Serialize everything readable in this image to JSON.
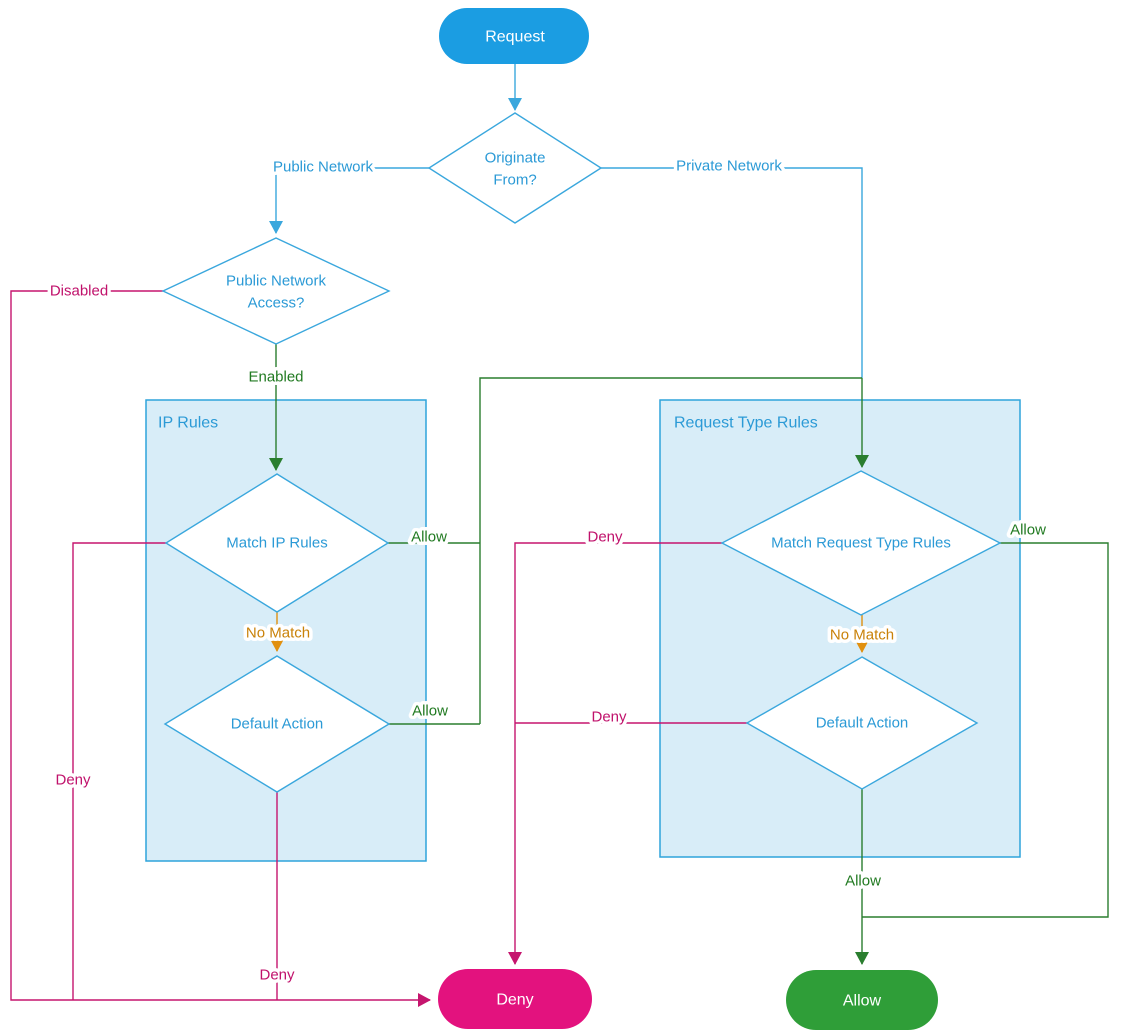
{
  "colors": {
    "blue_fill": "#1B9DE2",
    "blue_line": "#3AA7DD",
    "blue_text": "#2B9AD6",
    "box_fill": "#D8EDF8",
    "box_border": "#2EA4DB",
    "green_line": "#2A7E2F",
    "green_fill": "#2F9E38",
    "green_text": "#217A21",
    "pink_line": "#C5156E",
    "pink_fill": "#E3127E",
    "pink_text": "#C0116B",
    "orange_line": "#E1900F",
    "orange_text": "#C98209"
  },
  "terminals": {
    "request": {
      "label": "Request"
    },
    "deny": {
      "label": "Deny"
    },
    "allow": {
      "label": "Allow"
    }
  },
  "decisions": {
    "originate_from": {
      "label_line1": "Originate",
      "label_line2": "From?"
    },
    "public_network_access": {
      "label_line1": "Public Network",
      "label_line2": "Access?"
    },
    "match_ip_rules": {
      "label": "Match IP Rules"
    },
    "ip_default_action": {
      "label": "Default Action"
    },
    "match_request_type_rules": {
      "label": "Match Request Type Rules"
    },
    "request_default_action": {
      "label": "Default Action"
    }
  },
  "containers": {
    "ip_rules": {
      "label": "IP Rules"
    },
    "request_type_rules": {
      "label": "Request Type Rules"
    }
  },
  "edge_labels": {
    "public_network": "Public Network",
    "private_network": "Private Network",
    "disabled": "Disabled",
    "enabled": "Enabled",
    "match_ip_allow": "Allow",
    "match_ip_no_match": "No Match",
    "match_ip_deny": "Deny",
    "ip_default_allow": "Allow",
    "ip_default_deny": "Deny",
    "match_request_deny": "Deny",
    "match_request_allow": "Allow",
    "match_request_no_match": "No Match",
    "request_default_deny": "Deny",
    "request_default_allow": "Allow"
  }
}
